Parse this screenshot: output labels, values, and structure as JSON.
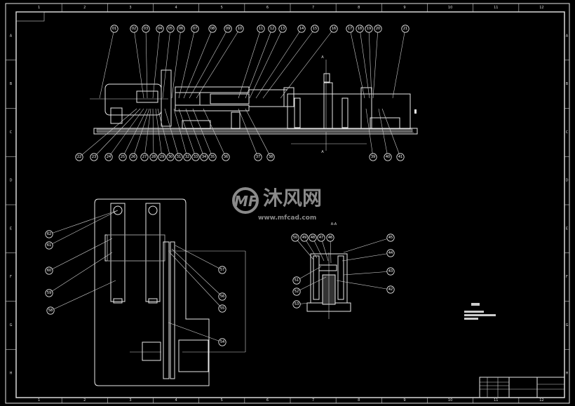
{
  "drawing": {
    "background": "#000000",
    "line_color": "#e8e8e8",
    "zones_top": [
      "1",
      "2",
      "3",
      "4",
      "5",
      "6",
      "7",
      "8",
      "9",
      "10",
      "11",
      "12"
    ],
    "zones_side": [
      "A",
      "B",
      "C",
      "D",
      "E",
      "F",
      "G",
      "H"
    ],
    "section_mark": "A",
    "section_title": "A-A",
    "balloons_top": [
      "01",
      "02",
      "03",
      "04",
      "05",
      "06",
      "07",
      "08",
      "09",
      "10",
      "11",
      "12",
      "13",
      "14",
      "15",
      "16",
      "17",
      "18",
      "19",
      "20",
      "21"
    ],
    "balloons_bottom": [
      "22",
      "23",
      "24",
      "25",
      "26",
      "27",
      "28",
      "29",
      "30",
      "31",
      "32",
      "33",
      "34",
      "35",
      "36",
      "37",
      "38",
      "39",
      "40",
      "41"
    ],
    "balloons_section": [
      "50",
      "49",
      "48",
      "47",
      "46",
      "45",
      "44",
      "43",
      "42",
      "51",
      "52",
      "53"
    ],
    "balloons_plan": [
      "62",
      "61",
      "60",
      "59",
      "58",
      "57",
      "56",
      "55",
      "54"
    ]
  },
  "watermark": {
    "brand": "沐风网",
    "url": "www.mfcad.com",
    "logo_letters": "MF"
  }
}
